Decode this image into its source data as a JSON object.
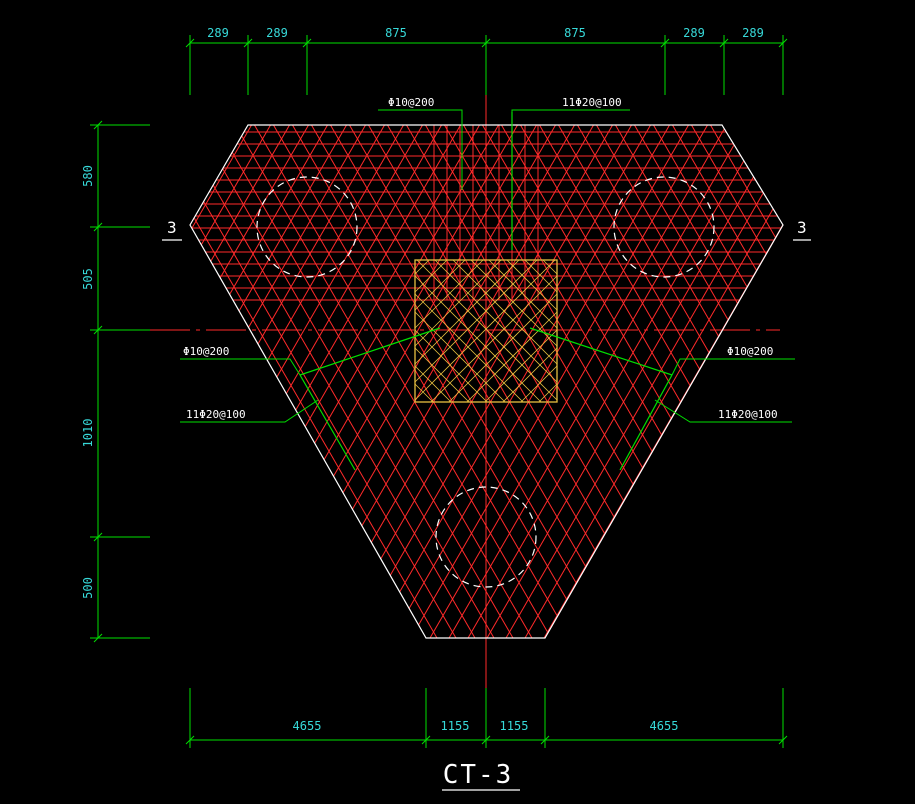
{
  "drawing": {
    "title": "CT-3",
    "section_mark_left": "3",
    "section_mark_right": "3"
  },
  "dimensions": {
    "top": [
      "289",
      "289",
      "875",
      "875",
      "289",
      "289"
    ],
    "bottom": [
      "4655",
      "1155",
      "1155",
      "4655"
    ],
    "left": [
      "580",
      "505",
      "1010",
      "500"
    ]
  },
  "callouts": {
    "top_left": "Φ10@200",
    "top_right": "11Φ20@100",
    "mid_left_top": "Φ10@200",
    "mid_left_bottom": "11Φ20@100",
    "mid_right_top": "Φ10@200",
    "mid_right_bottom": "11Φ20@100"
  },
  "colors": {
    "background": "#000000",
    "outline": "#ffffff",
    "rebar": "#ff2a2a",
    "dimension": "#00e000",
    "dimension_text": "#37d9d9",
    "column": "#e8c040",
    "pile": "#ffffff"
  }
}
